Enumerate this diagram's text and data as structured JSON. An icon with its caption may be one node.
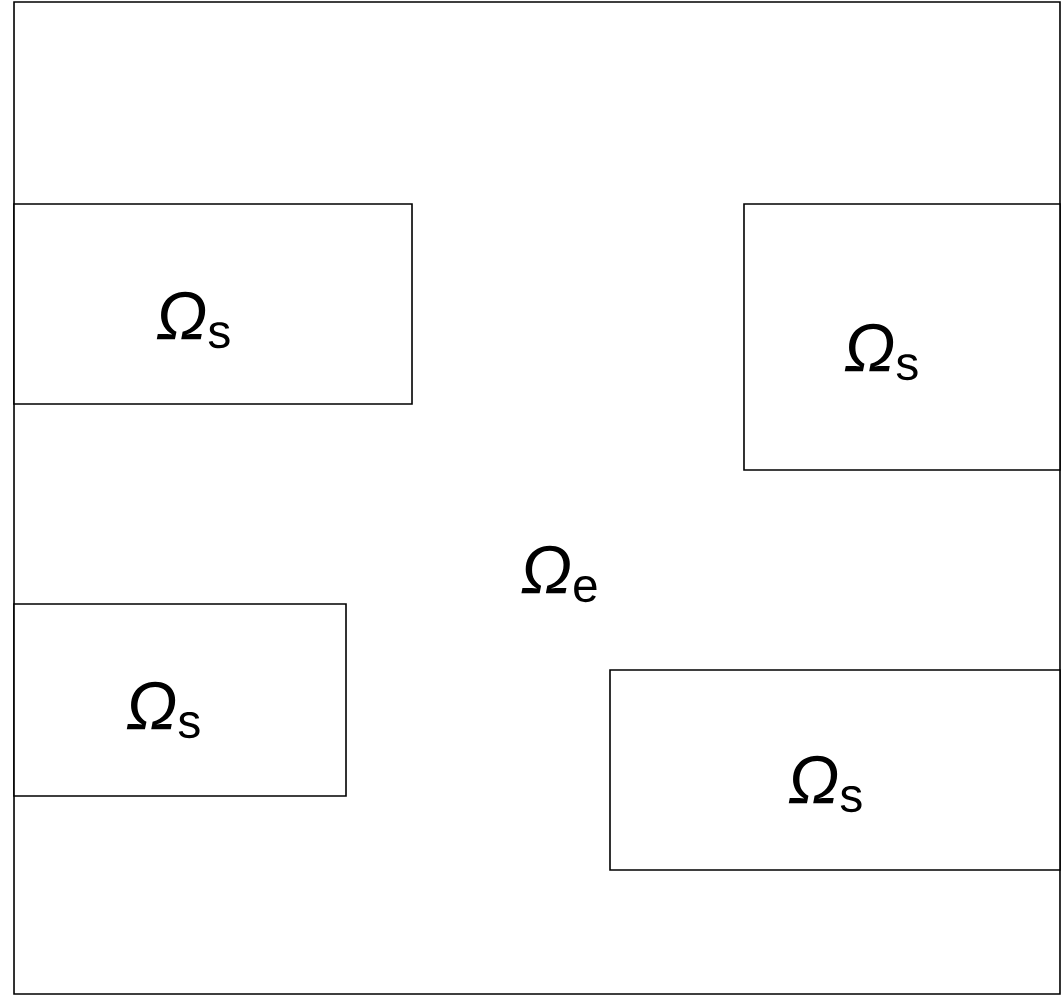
{
  "diagram": {
    "nodes": [
      {
        "text": [
          "*Ω*$_{e}$"
        ]
      },
      {
        "text": [
          "*Ω*$_{s}$"
        ],
        "in": 0
      },
      {
        "text": [
          "*Ω*$_{s}$"
        ],
        "in": 0
      },
      {
        "text": [
          "*Ω*$_{s}$"
        ],
        "in": 0
      },
      {
        "text": [
          "*Ω*$_{s}$"
        ],
        "in": 0
      }
    ]
  }
}
